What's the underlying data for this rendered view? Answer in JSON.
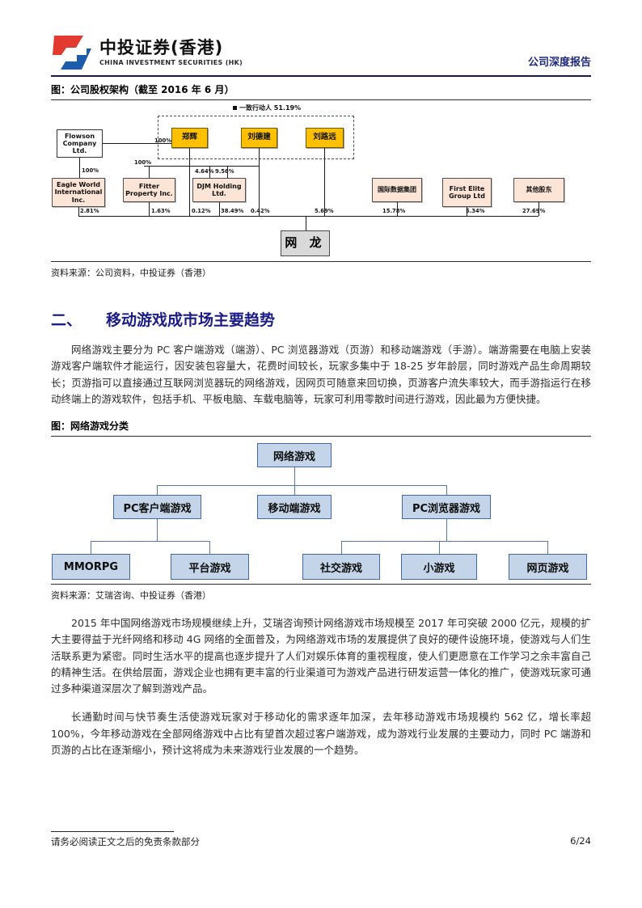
{
  "header": {
    "brand_cn": "中投证券(香港)",
    "brand_en": "CHINA INVESTMENT SECURITIES (HK)",
    "report_type": "公司深度报告"
  },
  "org": {
    "caption": "图：公司股权架构（截至 2016 年 6 月）",
    "source": "资料来源：公司资料，中投证券（香港）",
    "top_label": "一致行动人 51.19%",
    "persons": [
      "郑辉",
      "刘德建",
      "刘路远"
    ],
    "entities": {
      "flowson": "Flowson Company Ltd.",
      "eagle": "Eagle World International Inc.",
      "fitter": "Fitter Property Inc.",
      "djm": "DJM Holding Ltd.",
      "idg": "国际数据集团",
      "first_elite": "First Elite Group Ltd",
      "others": "其他股东",
      "netdragon": "网 龙"
    },
    "pct": {
      "flowson_to_zhenghui": "100%",
      "flowson_to_eagle": "100%",
      "zhenghui_to_fitter": "100%",
      "djm_left": "4.64%",
      "djm_right": "9.56%",
      "eagle": "2.81%",
      "fitter": "1.63%",
      "zhenghui_direct": "0.12%",
      "djm": "38.49%",
      "liudejian_direct": "0.42%",
      "liuluyuan_direct": "5.69%",
      "idg": "15.78%",
      "first_elite": "5.34%",
      "others": "27.69%"
    }
  },
  "section": {
    "number": "二、",
    "title": "移动游戏成市场主要趋势",
    "paragraphs": [
      "网络游戏主要分为 PC 客户端游戏（端游）、PC 浏览器游戏（页游）和移动端游戏（手游）。端游需要在电脑上安装游戏客户端软件才能运行，因安装包容量大，花费时间较长，玩家多集中于 18-25 岁年龄层，同时游戏产品生命周期较长；页游指可以直接通过互联网浏览器玩的网络游戏，因网页可随意来回切换，页游客户流失率较大，而手游指运行在移动终端上的游戏软件，包括手机、平板电脑、车载电脑等，玩家可利用零散时间进行游戏，因此最为方便快捷。",
      "2015 年中国网络游戏市场规模继续上升，艾瑞咨询预计网络游戏市场规模至 2017 年可突破 2000 亿元，规模的扩大主要得益于光纤网络和移动 4G 网络的全面普及，为网络游戏市场的发展提供了良好的硬件设施环境，使游戏与人们生活联系更为紧密。同时生活水平的提高也逐步提升了人们对娱乐体育的重视程度，使人们更愿意在工作学习之余丰富自己的精神生活。在供给层面，游戏企业也拥有更丰富的行业渠道可为游戏产品进行研发运营一体化的推广，使游戏玩家可通过多种渠道深层次了解到游戏产品。",
      "长通勤时间与快节奏生活使游戏玩家对于移动化的需求逐年加深，去年移动游戏市场规模约 562 亿，增长率超 100%，今年移动游戏在全部网络游戏中占比有望首次超过客户端游戏，成为游戏行业发展的主要动力，同时 PC 端游和页游的占比在逐渐缩小，预计这将成为未来游戏行业发展的一个趋势。"
    ]
  },
  "tree": {
    "caption": "图：网络游戏分类",
    "source": "资料来源：艾瑞咨询、中投证券（香港）",
    "root": "网络游戏",
    "level2": [
      "PC客户端游戏",
      "移动端游戏",
      "PC浏览器游戏"
    ],
    "level3_pc": [
      "MMORPG",
      "平台游戏"
    ],
    "level3_browser": [
      "社交游戏",
      "小游戏",
      "网页游戏"
    ]
  },
  "footer": {
    "disclaimer": "请务必阅读正文之后的免责条款部分",
    "page": "6/24"
  },
  "colors": {
    "accent_navy": "#1b1c86",
    "header_rule": "#18184f",
    "person_box_fill": "#ffc000",
    "entity_box_fill": "#fce4d6",
    "netdragon_box_fill": "#d9d9d9",
    "tree_box_fill": "#c5d5e9",
    "tree_border": "#44699d",
    "logo_red": "#e23a2e",
    "logo_blue": "#1d5bab"
  }
}
